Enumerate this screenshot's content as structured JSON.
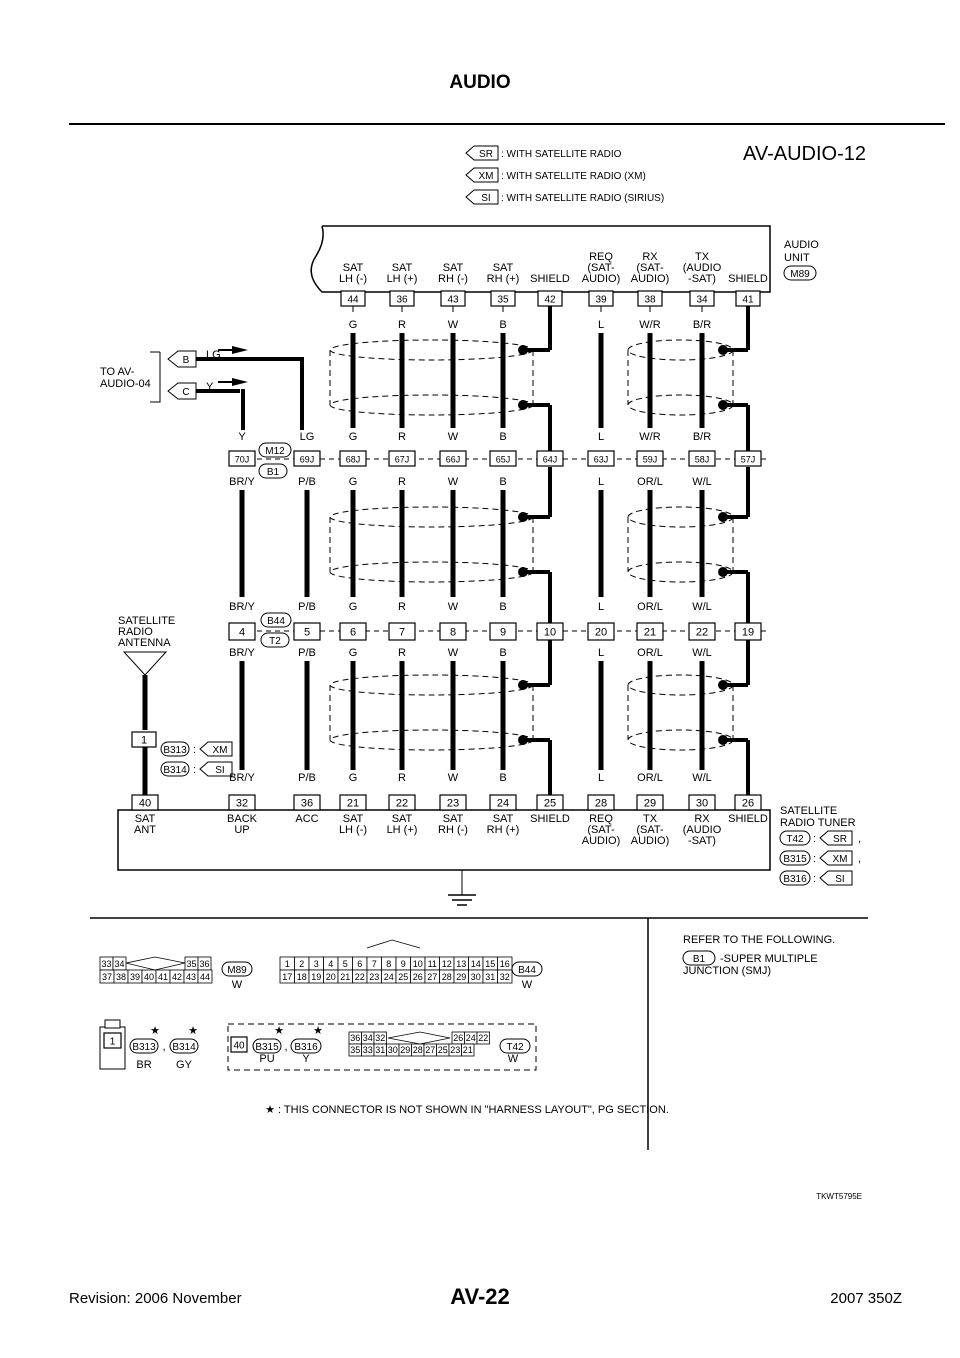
{
  "header": {
    "title": "AUDIO"
  },
  "diagram": {
    "code": "AV-AUDIO-12",
    "image_code": "TKWT5795E",
    "legend": [
      {
        "tag": "SR",
        "text": ": WITH SATELLITE RADIO"
      },
      {
        "tag": "XM",
        "text": ": WITH SATELLITE RADIO (XM)"
      },
      {
        "tag": "SI",
        "text": ": WITH SATELLITE RADIO (SIRIUS)"
      }
    ],
    "audio_unit": {
      "label1": "AUDIO",
      "label2": "UNIT",
      "connector": "M89"
    },
    "top_labels": [
      [
        "SAT",
        "LH (-)"
      ],
      [
        "SAT",
        "LH (+)"
      ],
      [
        "SAT",
        "RH (-)"
      ],
      [
        "SAT",
        "RH (+)"
      ],
      [
        "SHIELD"
      ],
      [
        "REQ",
        "(SAT-",
        "AUDIO)"
      ],
      [
        "RX",
        "(SAT-",
        "AUDIO)"
      ],
      [
        "TX",
        "(AUDIO",
        "-SAT)"
      ],
      [
        "SHIELD"
      ]
    ],
    "top_pins": [
      "44",
      "36",
      "43",
      "35",
      "42",
      "39",
      "38",
      "34",
      "41"
    ],
    "wire_colors_top": [
      "G",
      "R",
      "W",
      "B",
      "",
      "L",
      "W/R",
      "B/R",
      ""
    ],
    "to_av": {
      "label1": "TO AV-",
      "label2": "AUDIO-04",
      "b": "B",
      "c": "C",
      "lg": "LG",
      "y": "Y"
    },
    "smj_colors_upper": [
      "Y",
      "LG",
      "G",
      "R",
      "W",
      "B",
      "",
      "L",
      "W/R",
      "B/R",
      ""
    ],
    "smj_pins": [
      "70J",
      "69J",
      "68J",
      "67J",
      "66J",
      "65J",
      "64J",
      "63J",
      "59J",
      "58J",
      "57J"
    ],
    "smj_connectors": [
      "M12",
      "B1"
    ],
    "smj_colors_lower": [
      "BR/Y",
      "P/B",
      "G",
      "R",
      "W",
      "B",
      "",
      "L",
      "OR/L",
      "W/L",
      ""
    ],
    "t2_colors_upper": [
      "BR/Y",
      "P/B",
      "G",
      "R",
      "W",
      "B",
      "",
      "L",
      "OR/L",
      "W/L",
      ""
    ],
    "t2_pins": [
      "4",
      "5",
      "6",
      "7",
      "8",
      "9",
      "10",
      "20",
      "21",
      "22",
      "19"
    ],
    "t2_connectors": [
      "B44",
      "T2"
    ],
    "t2_colors_lower": [
      "BR/Y",
      "P/B",
      "G",
      "R",
      "W",
      "B",
      "",
      "L",
      "OR/L",
      "W/L",
      ""
    ],
    "antenna": {
      "label": [
        "SATELLITE",
        "RADIO",
        "ANTENNA"
      ],
      "pin": "1"
    },
    "antenna_conn": [
      {
        "id": "B313",
        "tag": "XM"
      },
      {
        "id": "B314",
        "tag": "SI"
      }
    ],
    "bottom_colors": [
      "",
      "BR/Y",
      "P/B",
      "G",
      "R",
      "W",
      "B",
      "",
      "L",
      "OR/L",
      "W/L",
      ""
    ],
    "bottom_pins": [
      "40",
      "32",
      "36",
      "21",
      "22",
      "23",
      "24",
      "25",
      "28",
      "29",
      "30",
      "26"
    ],
    "bottom_labels": [
      [
        "SAT",
        "ANT"
      ],
      [
        "BACK",
        "UP"
      ],
      [
        "ACC"
      ],
      [
        "SAT",
        "LH (-)"
      ],
      [
        "SAT",
        "LH (+)"
      ],
      [
        "SAT",
        "RH (-)"
      ],
      [
        "SAT",
        "RH (+)"
      ],
      [
        "SHIELD"
      ],
      [
        "REQ",
        "(SAT-",
        "AUDIO)"
      ],
      [
        "TX",
        "(SAT-",
        "AUDIO)"
      ],
      [
        "RX",
        "(AUDIO",
        "-SAT)"
      ],
      [
        "SHIELD"
      ]
    ],
    "tuner": {
      "label1": "SATELLITE",
      "label2": "RADIO TUNER",
      "rows": [
        {
          "id": "T42",
          "tag": "SR",
          "sep": ","
        },
        {
          "id": "B315",
          "tag": "XM",
          "sep": ","
        },
        {
          "id": "B316",
          "tag": "SI",
          "sep": ""
        }
      ]
    },
    "connectors": {
      "m89": {
        "id": "M89",
        "color": "W",
        "row1": [
          "33",
          "34",
          "",
          "",
          "35",
          "36"
        ],
        "row2": [
          "37",
          "38",
          "39",
          "40",
          "41",
          "42",
          "43",
          "44"
        ]
      },
      "b44": {
        "id": "B44",
        "color": "W",
        "row1": [
          "1",
          "2",
          "3",
          "4",
          "5",
          "6",
          "7",
          "8",
          "9",
          "10",
          "11",
          "12",
          "13",
          "14",
          "15",
          "16"
        ],
        "row2": [
          "17",
          "18",
          "19",
          "20",
          "21",
          "22",
          "23",
          "24",
          "25",
          "26",
          "27",
          "28",
          "29",
          "30",
          "31",
          "32"
        ]
      },
      "b313": {
        "pin": "1",
        "ids": [
          "B313",
          "B314"
        ],
        "colors": [
          "BR",
          "GY"
        ],
        "sep": ","
      },
      "b315": {
        "pin": "40",
        "ids": [
          "B315",
          "B316"
        ],
        "colors": [
          "PU",
          "Y"
        ],
        "sep": ","
      },
      "t42": {
        "id": "T42",
        "color": "W",
        "row1": [
          "36",
          "34",
          "32",
          "",
          "26",
          "24",
          "22"
        ],
        "row2": [
          "35",
          "33",
          "31",
          "30",
          "29",
          "28",
          "27",
          "25",
          "23",
          "21"
        ]
      }
    },
    "refer": {
      "line1": "REFER TO THE FOLLOWING.",
      "tag": "B1",
      "line2": "-SUPER MULTIPLE",
      "line3": "JUNCTION (SMJ)"
    },
    "note": {
      "star": "★",
      "text": ": THIS CONNECTOR IS NOT SHOWN IN \"HARNESS LAYOUT\", PG SECTION."
    }
  },
  "footer": {
    "revision": "Revision: 2006 November",
    "page": "AV-22",
    "model": "2007 350Z"
  }
}
